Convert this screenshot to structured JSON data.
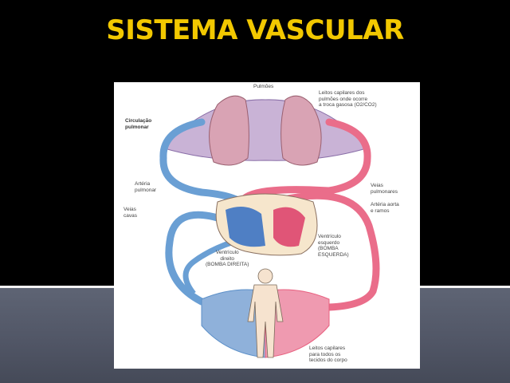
{
  "slide": {
    "title": "SISTEMA VASCULAR"
  },
  "diagram": {
    "labels": {
      "lungs": "Pulmões",
      "lung_capillaries": "Leitos capilares dos\npulmões onde ocorre\na troca gasosa (O2/CO2)",
      "pulmonary_circulation": "Circulação\npulmonar",
      "pulmonary_artery": "Artéria\npulmonar",
      "pulmonary_veins": "Veias\npulmonares",
      "aorta": "Artéria aorta\ne ramos",
      "vena_cava": "Veias\ncavas",
      "left_ventricle": "Ventrículo\nesquerdo\n(BOMBA\nESQUERDA)",
      "right_ventricle": "Ventrículo\ndireito\n(BOMBA DIREITA)",
      "body_capillaries": "Leitos capilares\npara todos os\ntecidos do corpo"
    },
    "colors": {
      "venous": "#5b8fc8",
      "arterial": "#e8607f",
      "lung": "#d9a3b4",
      "title": "#f2c800"
    }
  }
}
